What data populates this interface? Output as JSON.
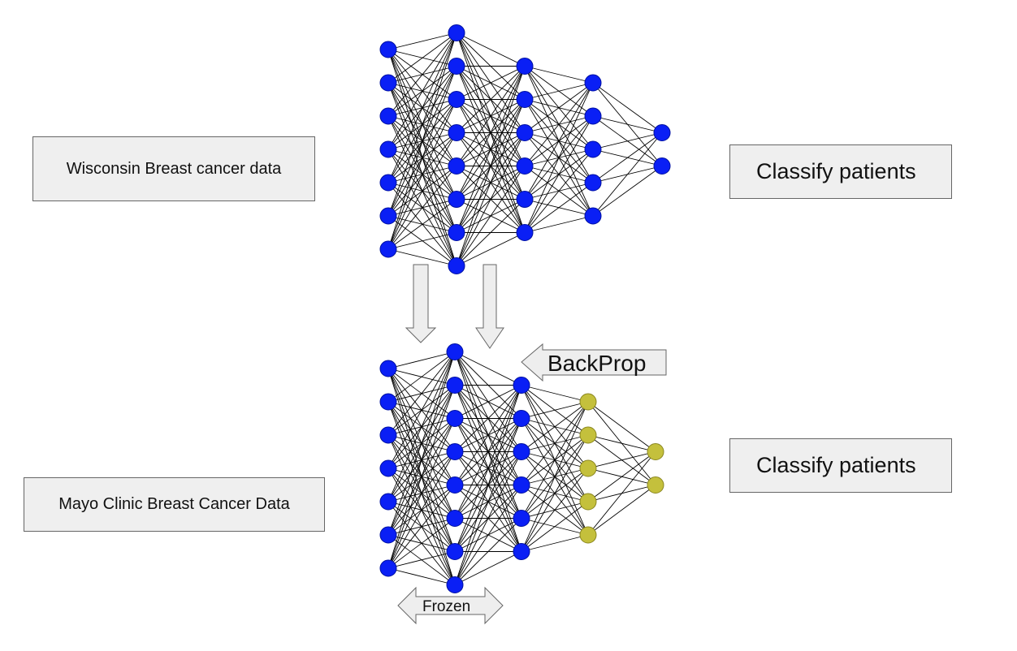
{
  "labels": {
    "source_data": "Wisconsin Breast cancer data",
    "target_data": "Mayo Clinic Breast Cancer Data",
    "output_top": "Classify patients",
    "output_bottom": "Classify patients",
    "backprop": "BackProp",
    "frozen": "Frozen"
  },
  "colors": {
    "frozen_node": "#0a1ff5",
    "trainable_node": "#c4c03c",
    "edge": "#000000",
    "box_fill": "#efefef",
    "arrow_fill": "#eeeeee"
  },
  "networks": {
    "top": {
      "layer_sizes": [
        7,
        8,
        6,
        5,
        2
      ],
      "trainable_layers": []
    },
    "bottom": {
      "layer_sizes": [
        7,
        8,
        6,
        5,
        2
      ],
      "trainable_layers": [
        3,
        4
      ]
    }
  }
}
